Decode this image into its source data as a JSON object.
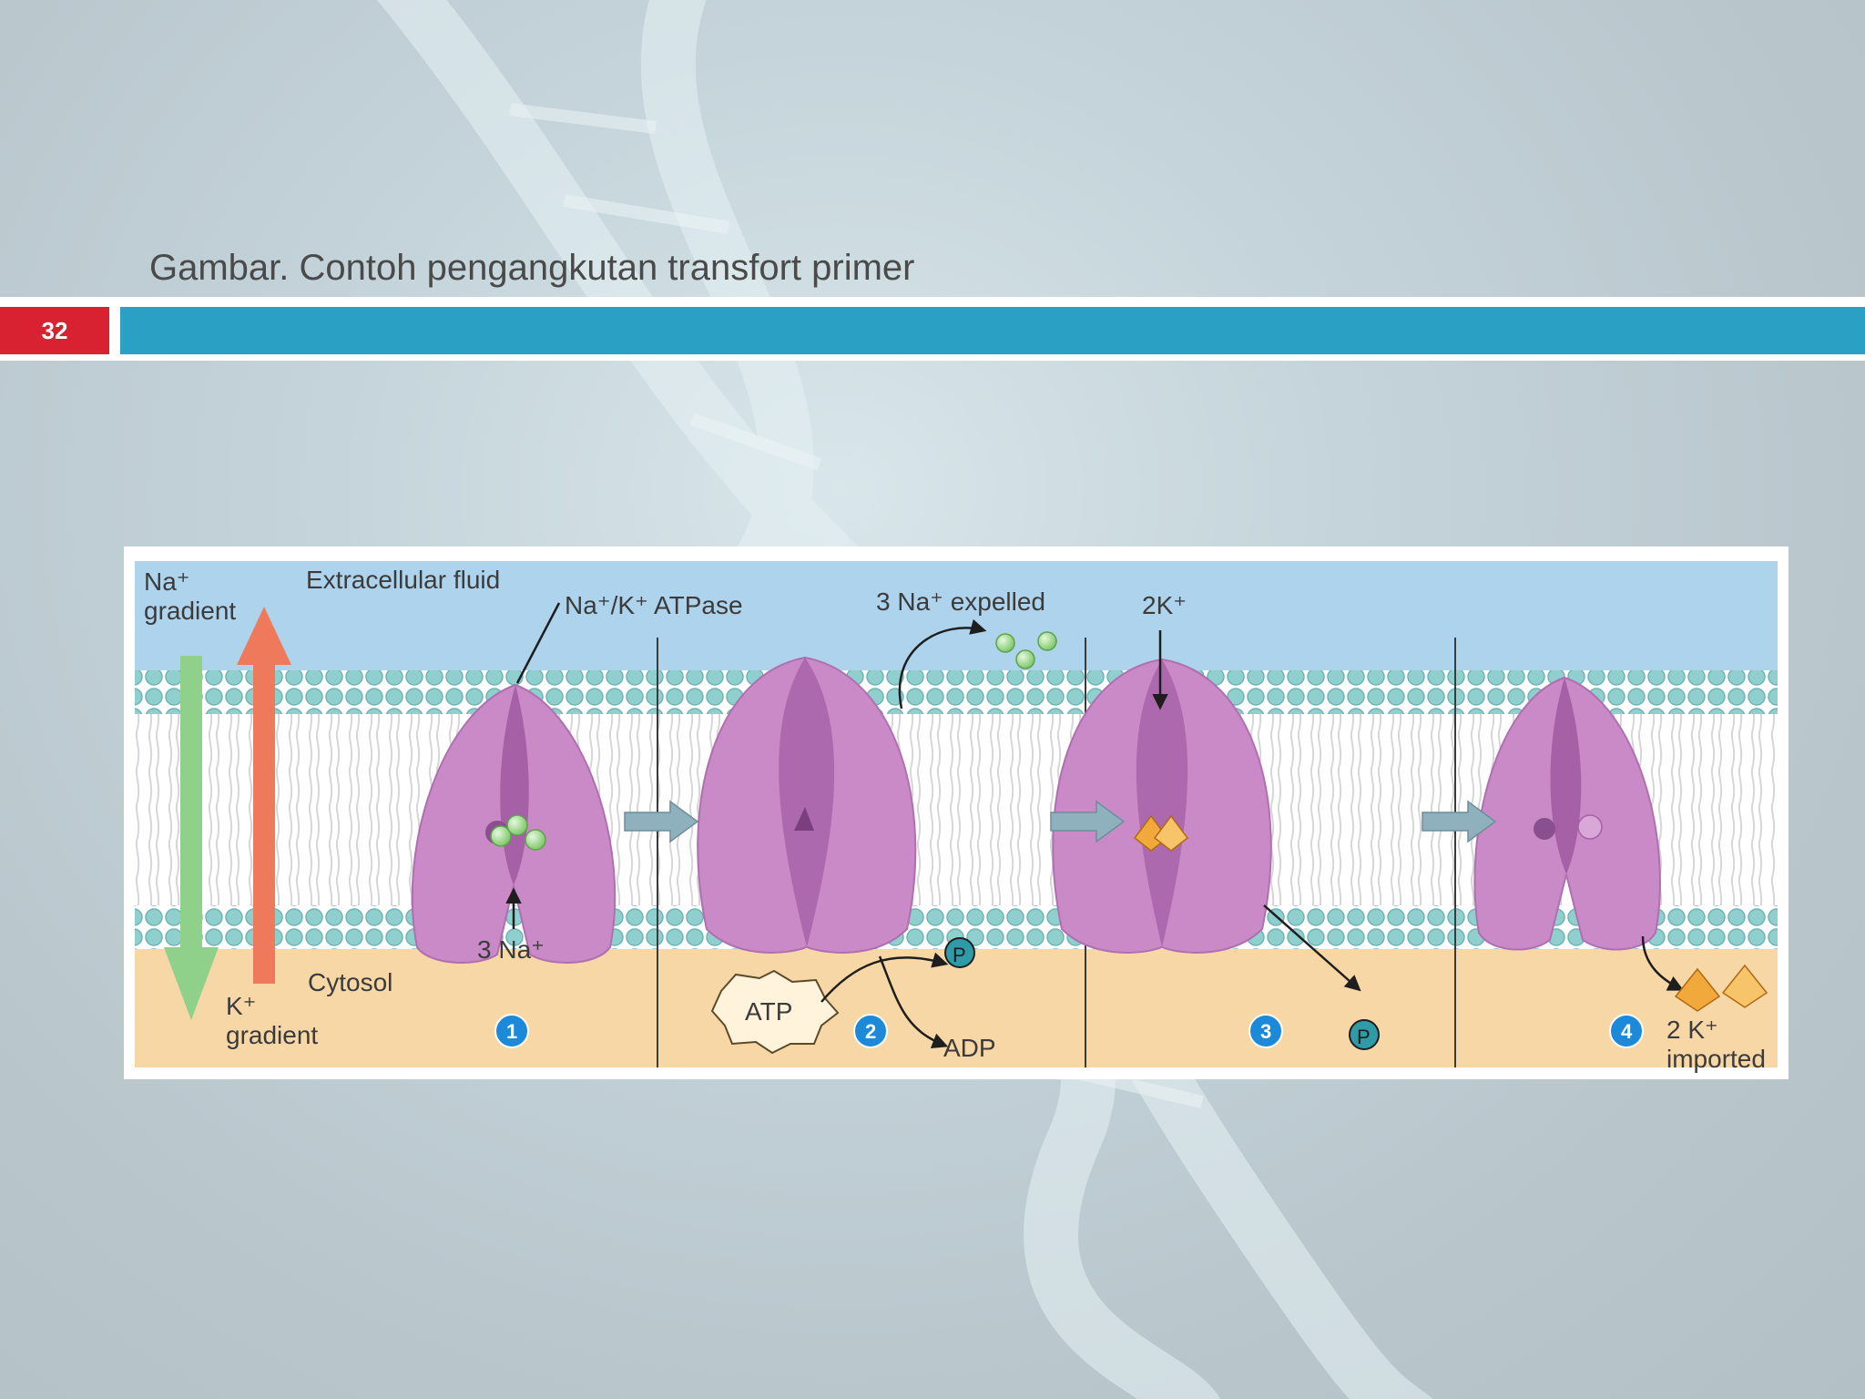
{
  "slide": {
    "title": "Gambar. Contoh pengangkutan transfort primer",
    "page_number": "32"
  },
  "colors": {
    "accent_bar": "#2aa1c4",
    "page_badge": "#d92231",
    "extracellular": "#aed3ec",
    "cytosol": "#f7d7a6",
    "protein": "#c98ac7",
    "na_ion": "#9fdc8e",
    "k_ion": "#f2a93b"
  },
  "figure": {
    "na_gradient": [
      "Na⁺",
      "gradient"
    ],
    "k_gradient": [
      "K⁺",
      "gradient"
    ],
    "extracellular_label": "Extracellular fluid",
    "cytosol_label": "Cytosol",
    "atpase_label": "Na⁺/K⁺ ATPase",
    "step1_label": "3 Na⁺",
    "step2_top_label": "3 Na⁺ expelled",
    "atp_label": "ATP",
    "adp_label": "ADP",
    "phosphate_label": "P",
    "step3_top_label": "2K⁺",
    "step4_label": [
      "2 K⁺",
      "imported"
    ],
    "step_numbers": [
      "1",
      "2",
      "3",
      "4"
    ]
  }
}
